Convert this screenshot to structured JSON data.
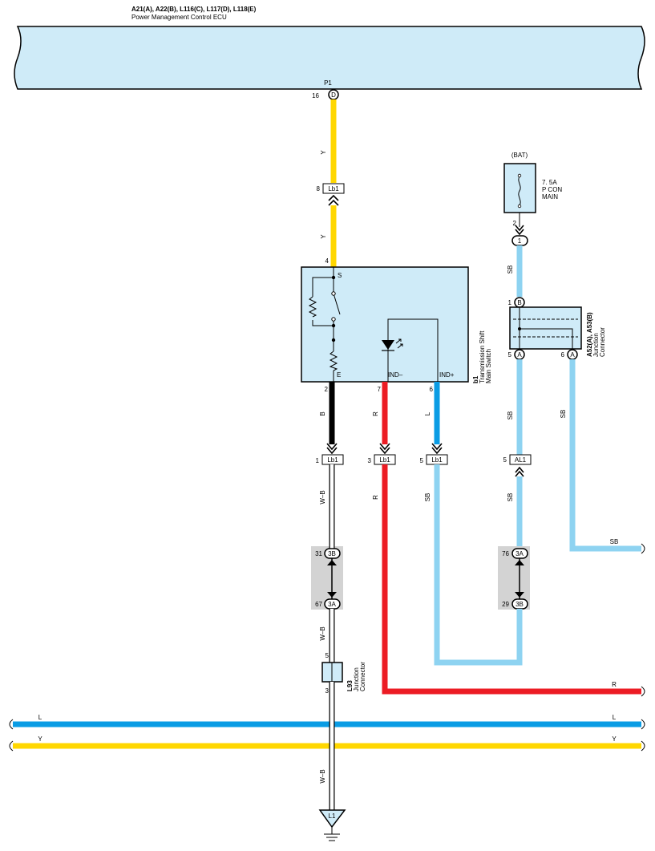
{
  "ecu": {
    "header": "A21(A), A22(B), L116(C), L117(D), L118(E)",
    "name": "Power Management Control ECU",
    "connector": "P1",
    "pin": "16",
    "pin_letter": "D"
  },
  "colors": {
    "Y": "#ffd700",
    "L": "#0a9ce4",
    "SB": "#8ed3f1",
    "R": "#ec1c24",
    "B": "#000000",
    "W-B": "#ffffff",
    "ecu_fill": "#cfebf8",
    "splice_bg": "#d3d3d3"
  },
  "wire_codes": {
    "y": "Y",
    "b": "B",
    "r": "R",
    "l": "L",
    "sb": "SB",
    "wb": "W–B"
  },
  "connectors": {
    "lb1": "Lb1",
    "al1": "AL1",
    "c3b": "3B",
    "c3a": "3A",
    "l1": "L1",
    "fuse_pin": "1"
  },
  "pins": {
    "lb1_top": "8",
    "switch_s": "4",
    "fuse_out": "2",
    "jc_in": "1",
    "jc_out_left": "5",
    "jc_out_right": "6",
    "sw_e": "2",
    "sw_indm": "7",
    "sw_indp": "6",
    "lb1_b": "1",
    "lb1_r": "3",
    "lb1_l": "5",
    "al1": "5",
    "s31": "31",
    "s67": "67",
    "s76": "76",
    "s29": "29",
    "l93_in": "5",
    "l93_out": "3"
  },
  "fuse": {
    "source": "(BAT)",
    "rating": "7. 5A",
    "name_line1": "P CON",
    "name_line2": "MAIN"
  },
  "switch": {
    "terminal_s": "S",
    "terminal_e": "E",
    "terminal_indm": "IND–",
    "terminal_indp": "IND+",
    "id": "b1",
    "name_line1": "Transmission Shift",
    "name_line2": "Main Switch"
  },
  "junction_a52": {
    "id": "A52(A), A53(B)",
    "name_line1": "Junction",
    "name_line2": "Connector",
    "pin_in": "B",
    "pin_out_left": "A",
    "pin_out_right": "A"
  },
  "junction_l93": {
    "id": "L93",
    "name_line1": "Junction",
    "name_line2": "Connector"
  }
}
